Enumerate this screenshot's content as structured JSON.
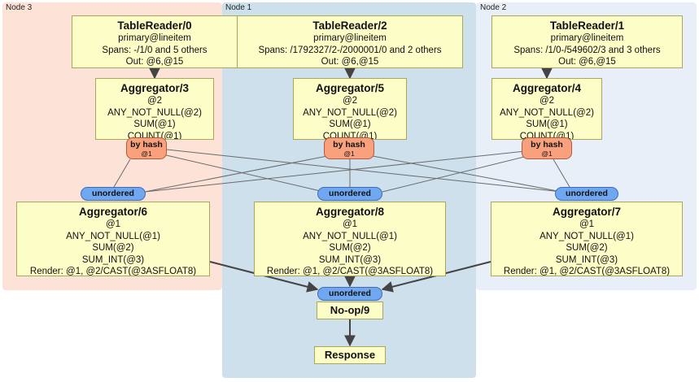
{
  "regions": {
    "node3": {
      "label": "Node 3",
      "color": "#fde2d7"
    },
    "node1": {
      "label": "Node 1",
      "color": "#cde0ec"
    },
    "node2": {
      "label": "Node 2",
      "color": "#e8eff8"
    }
  },
  "table_readers": {
    "tr0": {
      "title": "TableReader/0",
      "lines": [
        "primary@lineitem",
        "Spans: -/1/0 and 5 others",
        "Out: @6,@15"
      ]
    },
    "tr2": {
      "title": "TableReader/2",
      "lines": [
        "primary@lineitem",
        "Spans: /1792327/2-/2000001/0 and 2 others",
        "Out: @6,@15"
      ]
    },
    "tr1": {
      "title": "TableReader/1",
      "lines": [
        "primary@lineitem",
        "Spans: /1/0-/549602/3 and 3 others",
        "Out: @6,@15"
      ]
    }
  },
  "aggregators_stage1": {
    "agg3": {
      "title": "Aggregator/3",
      "lines": [
        "@2",
        "ANY_NOT_NULL(@2)",
        "SUM(@1)",
        "COUNT(@1)"
      ]
    },
    "agg5": {
      "title": "Aggregator/5",
      "lines": [
        "@2",
        "ANY_NOT_NULL(@2)",
        "SUM(@1)",
        "COUNT(@1)"
      ]
    },
    "agg4": {
      "title": "Aggregator/4",
      "lines": [
        "@2",
        "ANY_NOT_NULL(@2)",
        "SUM(@1)",
        "COUNT(@1)"
      ]
    }
  },
  "hash_routers": {
    "h3": {
      "label": "by hash",
      "col": "@1"
    },
    "h5": {
      "label": "by hash",
      "col": "@1"
    },
    "h4": {
      "label": "by hash",
      "col": "@1"
    }
  },
  "unordered_labels": {
    "u6": "unordered",
    "u8": "unordered",
    "u7": "unordered",
    "u9": "unordered"
  },
  "aggregators_stage2": {
    "agg6": {
      "title": "Aggregator/6",
      "lines": [
        "@1",
        "ANY_NOT_NULL(@1)",
        "SUM(@2)",
        "SUM_INT(@3)",
        "Render: @1, @2/CAST(@3ASFLOAT8)"
      ]
    },
    "agg8": {
      "title": "Aggregator/8",
      "lines": [
        "@1",
        "ANY_NOT_NULL(@1)",
        "SUM(@2)",
        "SUM_INT(@3)",
        "Render: @1, @2/CAST(@3ASFLOAT8)"
      ]
    },
    "agg7": {
      "title": "Aggregator/7",
      "lines": [
        "@1",
        "ANY_NOT_NULL(@1)",
        "SUM(@2)",
        "SUM_INT(@3)",
        "Render: @1, @2/CAST(@3ASFLOAT8)"
      ]
    }
  },
  "final": {
    "noop": "No-op/9",
    "response": "Response"
  }
}
